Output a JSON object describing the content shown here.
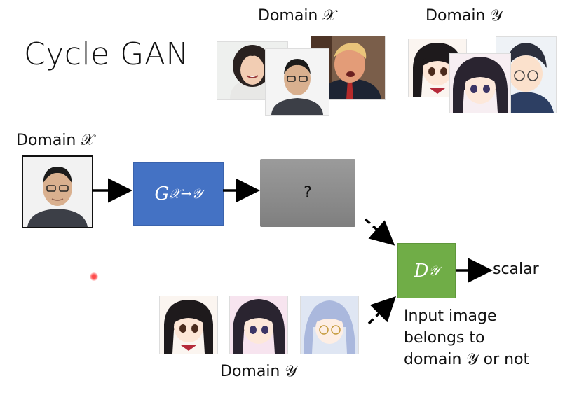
{
  "title": "Cycle GAN",
  "top_labels": {
    "domain_x": "Domain 𝒳",
    "domain_y": "Domain 𝒴"
  },
  "input_label": "Domain 𝒳",
  "generator": {
    "label": "G",
    "subscript": "𝒳→𝒴"
  },
  "unknown_output": "?",
  "discriminator": {
    "label": "D",
    "subscript": "𝒴"
  },
  "output_label": "scalar",
  "description_lines": [
    "Input image",
    "belongs to",
    "domain 𝒴 or not"
  ],
  "bottom_label": "Domain 𝒴",
  "colors": {
    "generator_box": "#4472c4",
    "unknown_box": "#8c8c8c",
    "discriminator_box": "#70ad47",
    "pointer_dot": "#ff3b3b"
  },
  "icons": [
    "real-face-photo",
    "anime-face-image",
    "arrow-right",
    "arrow-dashed"
  ]
}
